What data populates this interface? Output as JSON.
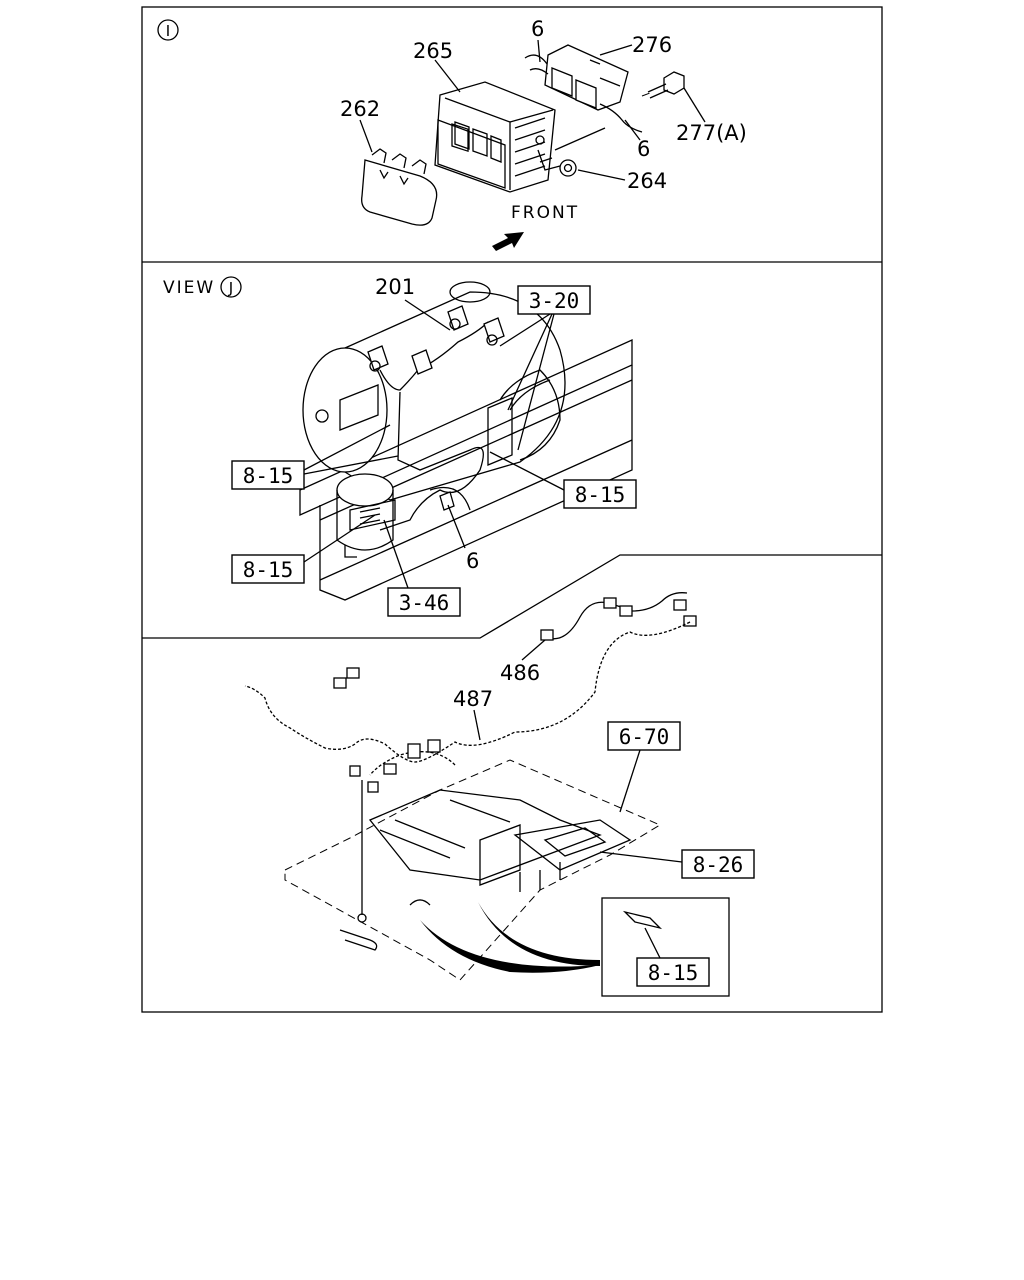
{
  "panel_i": {
    "marker": "I",
    "labels": {
      "p265": "265",
      "p276": "276",
      "p262": "262",
      "p6a": "6",
      "p6b": "6",
      "p277": "277(A)",
      "p264": "264",
      "front": "FRONT"
    }
  },
  "panel_j": {
    "view_text": "VIEW",
    "marker": "J",
    "labels": {
      "p201": "201",
      "r320": "3-20",
      "r815a": "8-15",
      "r815b": "8-15",
      "r815c": "8-15",
      "p6": "6",
      "r346": "3-46"
    }
  },
  "panel_bottom": {
    "labels": {
      "p486": "486",
      "p487": "487",
      "r670": "6-70",
      "r826": "8-26",
      "r815": "8-15"
    }
  }
}
